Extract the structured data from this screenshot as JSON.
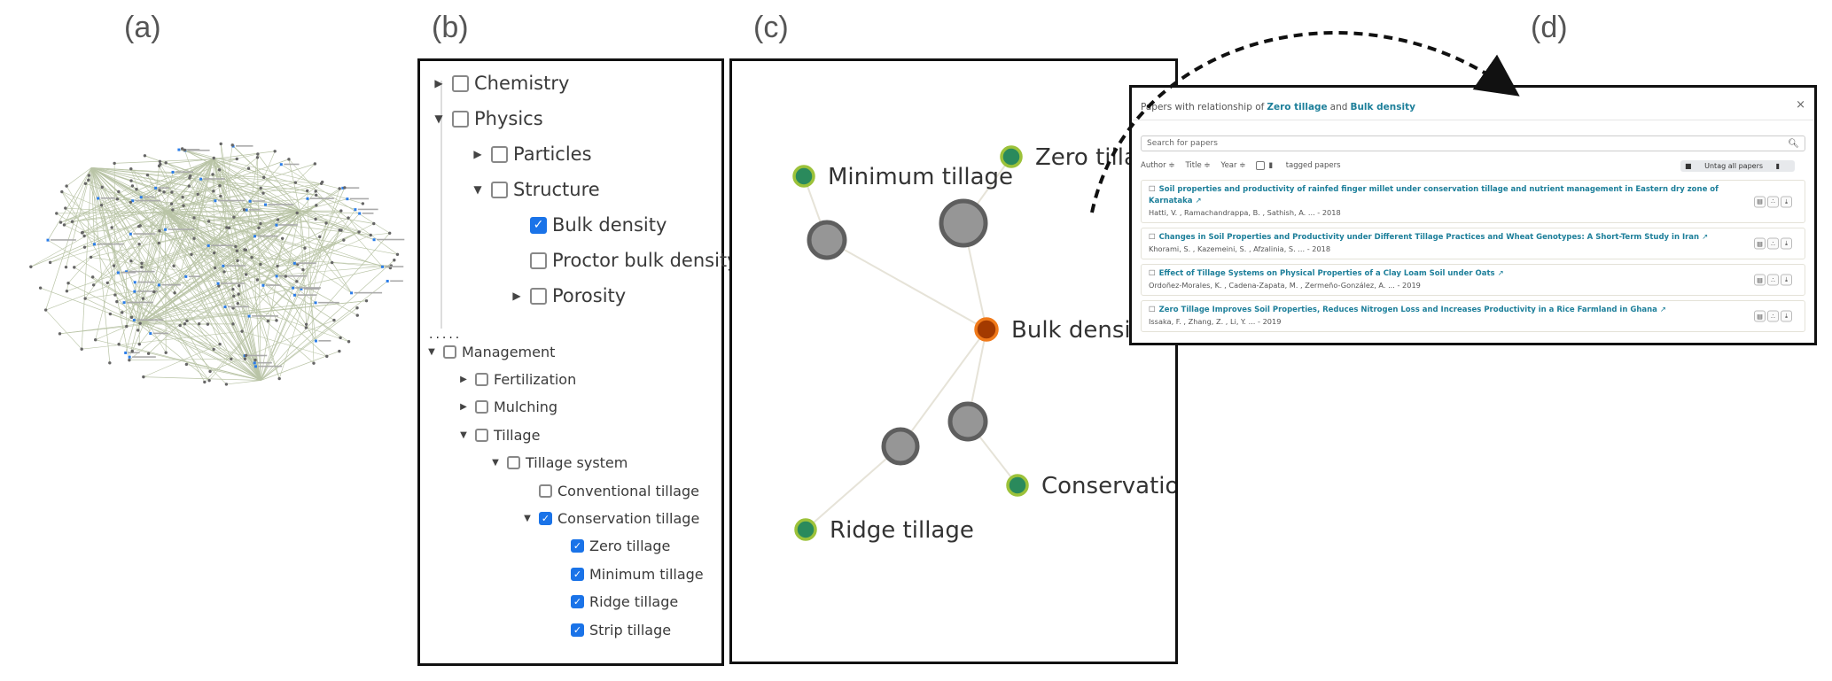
{
  "panel_labels": {
    "a": "(a)",
    "b": "(b)",
    "c": "(c)",
    "d": "(d)"
  },
  "network_overview": {
    "description": "Full knowledge graph overview: many grey concept nodes and blue labelled paper/term nodes connected by light green edges, with two dense hubs.",
    "edge_color": "#b9c4a6",
    "node_color": "#666666",
    "label_node_color": "#2b7de9"
  },
  "tree": {
    "upper": [
      {
        "label": "Chemistry",
        "level": 0,
        "caret": "right",
        "checked": false
      },
      {
        "label": "Physics",
        "level": 0,
        "caret": "down",
        "checked": false
      },
      {
        "label": "Particles",
        "level": 1,
        "caret": "right",
        "checked": false
      },
      {
        "label": "Structure",
        "level": 1,
        "caret": "down",
        "checked": false
      },
      {
        "label": "Bulk density",
        "level": 2,
        "caret": "none",
        "checked": true
      },
      {
        "label": "Proctor bulk density",
        "level": 2,
        "caret": "none",
        "checked": false
      },
      {
        "label": "Porosity",
        "level": 2,
        "caret": "right",
        "checked": false
      }
    ],
    "separator": ".....",
    "lower": [
      {
        "label": "Management",
        "level": 0,
        "caret": "down",
        "checked": false
      },
      {
        "label": "Fertilization",
        "level": 1,
        "caret": "right",
        "checked": false
      },
      {
        "label": "Mulching",
        "level": 1,
        "caret": "right",
        "checked": false
      },
      {
        "label": "Tillage",
        "level": 1,
        "caret": "down",
        "checked": false
      },
      {
        "label": "Tillage system",
        "level": 2,
        "caret": "down",
        "checked": false
      },
      {
        "label": "Conventional tillage",
        "level": 3,
        "caret": "none",
        "checked": false
      },
      {
        "label": "Conservation tillage",
        "level": 3,
        "caret": "down",
        "checked": true
      },
      {
        "label": "Zero tillage",
        "level": 4,
        "caret": "none",
        "checked": true
      },
      {
        "label": "Minimum tillage",
        "level": 4,
        "caret": "none",
        "checked": true
      },
      {
        "label": "Ridge tillage",
        "level": 4,
        "caret": "none",
        "checked": true
      },
      {
        "label": "Strip tillage",
        "level": 4,
        "caret": "none",
        "checked": true
      }
    ]
  },
  "graph": {
    "colors": {
      "center_fill": "#a33a00",
      "center_ring": "#f07a1a",
      "leaf_fill": "#2a8a5c",
      "leaf_ring": "#9cc23a",
      "link_fill": "#969696",
      "link_ring": "#5e5e5e",
      "edge": "#e6e3d8"
    },
    "nodes": [
      {
        "id": "bulk",
        "label": "Bulk density",
        "type": "center"
      },
      {
        "id": "min",
        "label": "Minimum tillage",
        "type": "leaf"
      },
      {
        "id": "zero",
        "label": "Zero tillage",
        "type": "leaf"
      },
      {
        "id": "ridge",
        "label": "Ridge tillage",
        "type": "leaf"
      },
      {
        "id": "cons",
        "label": "Conservation tillage",
        "type": "leaf"
      },
      {
        "id": "p1",
        "label": "",
        "type": "papers"
      },
      {
        "id": "p2",
        "label": "",
        "type": "papers",
        "highlighted": true
      },
      {
        "id": "p3",
        "label": "",
        "type": "papers"
      },
      {
        "id": "p4",
        "label": "",
        "type": "papers"
      }
    ],
    "edges": [
      [
        "min",
        "p1"
      ],
      [
        "p1",
        "bulk"
      ],
      [
        "zero",
        "p2"
      ],
      [
        "p2",
        "bulk"
      ],
      [
        "ridge",
        "p3"
      ],
      [
        "p3",
        "bulk"
      ],
      [
        "cons",
        "p4"
      ],
      [
        "p4",
        "bulk"
      ]
    ]
  },
  "dialog": {
    "header_prefix": "Papers with relationship of",
    "term_a": "Zero tillage",
    "header_joiner": "and",
    "term_b": "Bulk density",
    "close_label": "×",
    "search_placeholder": "Search for papers",
    "sort_author": "Author ≑",
    "sort_title": "Title ≑",
    "sort_year": "Year ≑",
    "tagged_label": "tagged papers",
    "untag_label": "Untag all papers",
    "accent_color": "#1d7f9a",
    "papers": [
      {
        "title": "Soil properties and productivity of rainfed finger millet under conservation tillage and nutrient management in Eastern dry zone of Karnataka",
        "authors": "Hatti, V. , Ramachandrappa, B. , Sathish, A. ... - 2018"
      },
      {
        "title": "Changes in Soil Properties and Productivity under Different Tillage Practices and Wheat Genotypes: A Short-Term Study in Iran",
        "authors": "Khorami, S. , Kazemeini, S. , Afzalinia, S. ... - 2018"
      },
      {
        "title": "Effect of Tillage Systems on Physical Properties of a Clay Loam Soil under Oats",
        "authors": "Ordoñez-Morales, K. , Cadena-Zapata, M. , Zermeño-González, A. ... - 2019"
      },
      {
        "title": "Zero Tillage Improves Soil Properties, Reduces Nitrogen Loss and Increases Productivity in a Rice Farmland in Ghana",
        "authors": "Issaka, F. , Zhang, Z. , Li, Y. ... - 2019"
      }
    ]
  }
}
